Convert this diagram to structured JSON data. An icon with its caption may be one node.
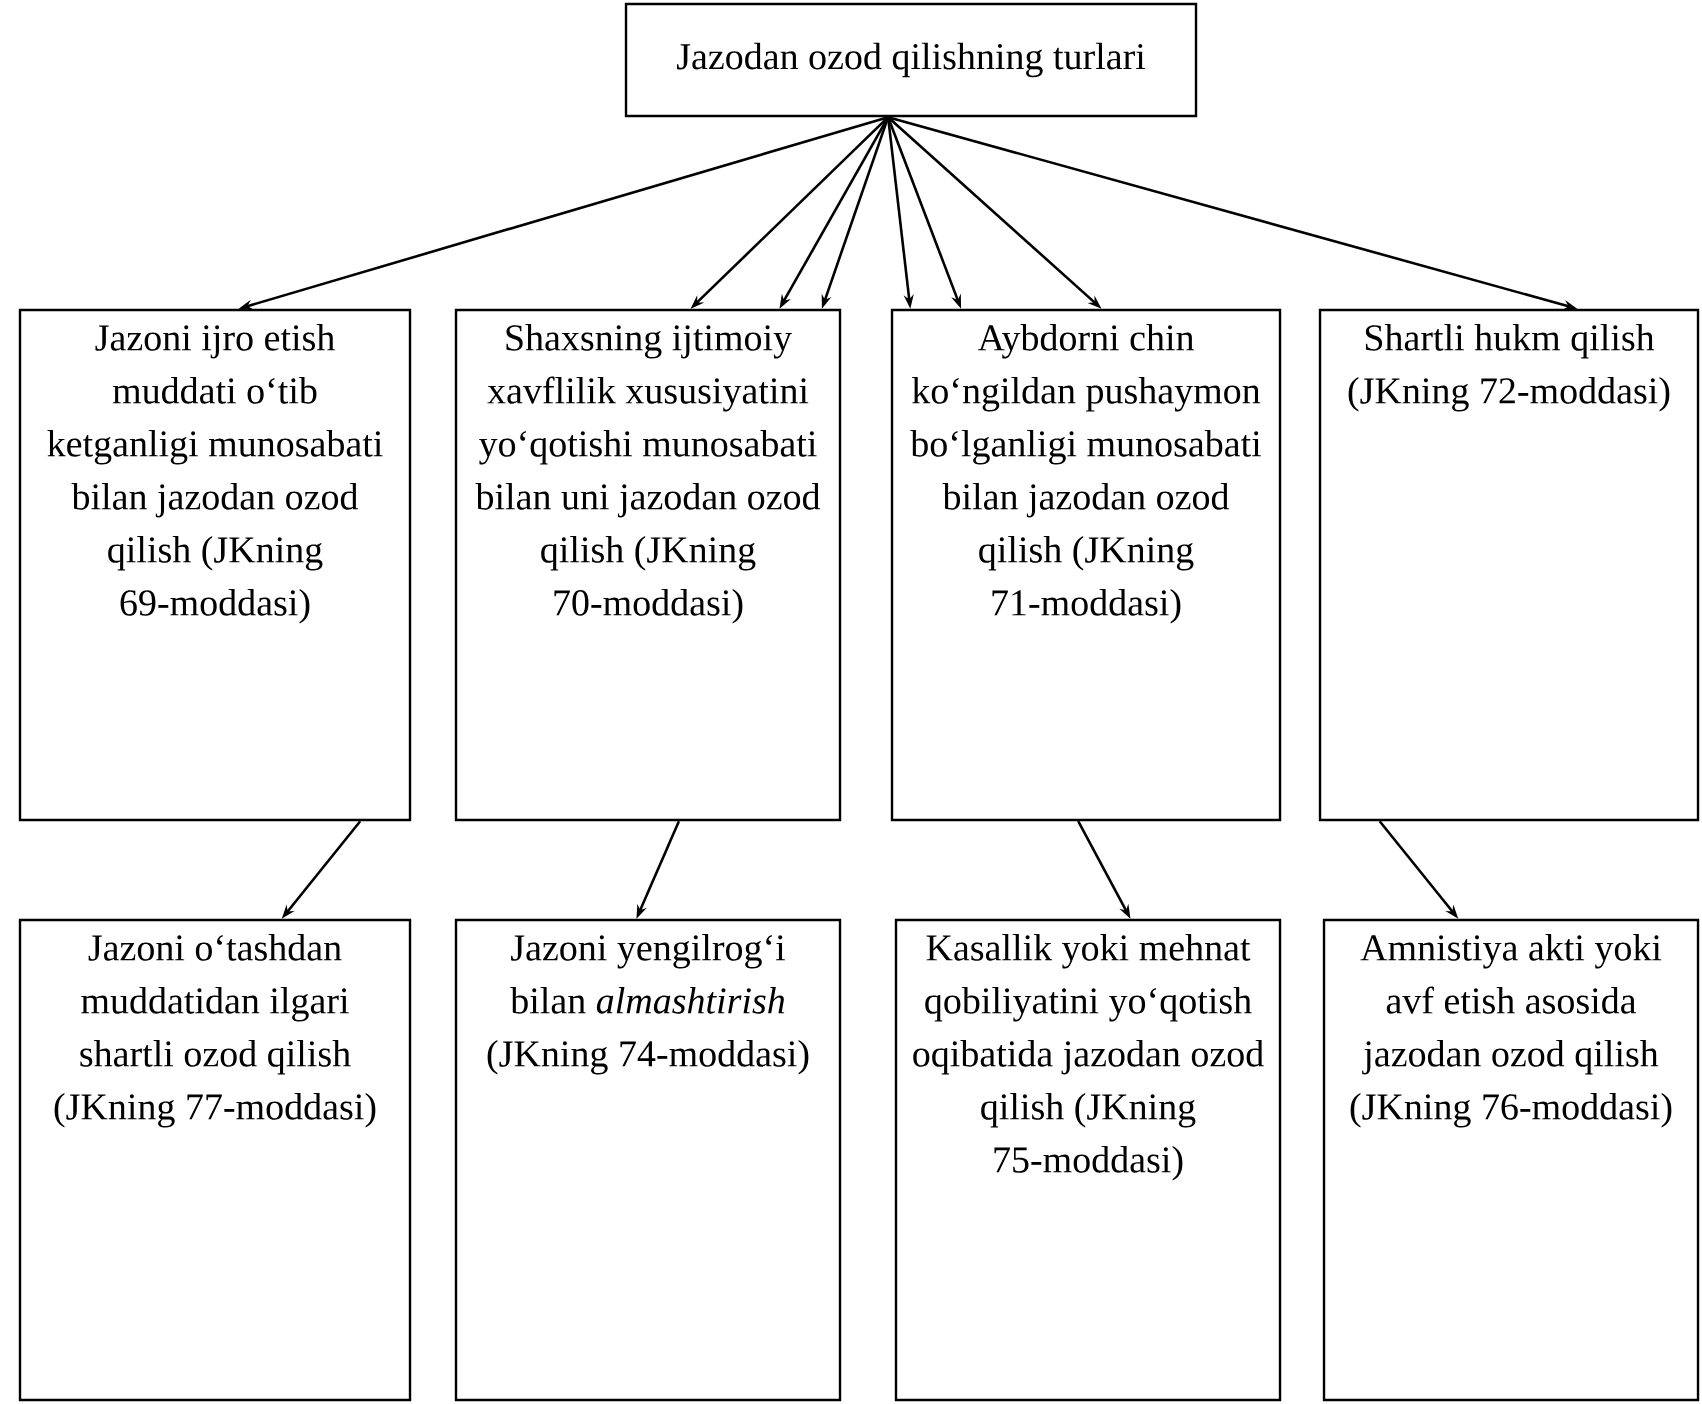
{
  "diagram": {
    "nodes": [
      {
        "text": [
          "Jazodan ozod qilishning turlari"
        ]
      },
      {
        "text": [
          "Jazoni ijro etish muddati o‘tib ketganligi munosabati bilan jazodan ozod qilish (JKning 69-moddasi)"
        ]
      },
      {
        "text": [
          "Shaxsning ijtimoiy xavflilik xususiyatini yo‘qotishi munosabati bilan uni jazodan ozod qilish (JKning 70-moddasi)"
        ]
      },
      {
        "text": [
          "Aybdorni chin ko‘ngildan pushaymon bo‘lganligi munosabati bilan jazodan ozod qilish (JKning 71-moddasi)"
        ]
      },
      {
        "text": [
          "Shartli hukm qilish (JKning 72-moddasi)"
        ]
      },
      {
        "text": [
          "Jazoni o‘tashdan muddatidan ilgari shartli ozod qilish (JKning 77-moddasi)"
        ]
      },
      {
        "text": [
          "Jazoni yengilrog‘i bilan *almashtirish* (JKning 74-moddasi)"
        ]
      },
      {
        "text": [
          "Kasallik yoki mehnat qobiliyatini yo‘qotish oqibatida jazodan ozod qilish (JKning 75-moddasi)"
        ]
      },
      {
        "text": [
          "Amnistiya akti yoki avf etish asosida jazodan ozod qilish (JKning 76-moddasi)"
        ]
      }
    ],
    "edges": [
      {
        "from": 0,
        "to": 1,
        "arrow": "to"
      },
      {
        "from": 0,
        "to": 2,
        "arrow": "to"
      },
      {
        "from": 0,
        "to": 2,
        "arrow": "to"
      },
      {
        "from": 0,
        "to": 2,
        "arrow": "to"
      },
      {
        "from": 0,
        "to": 3,
        "arrow": "to"
      },
      {
        "from": 0,
        "to": 3,
        "arrow": "to"
      },
      {
        "from": 0,
        "to": 3,
        "arrow": "to"
      },
      {
        "from": 0,
        "to": 4,
        "arrow": "to"
      },
      {
        "from": 1,
        "to": 5,
        "arrow": "to"
      },
      {
        "from": 2,
        "to": 6,
        "arrow": "to"
      },
      {
        "from": 3,
        "to": 7,
        "arrow": "to"
      },
      {
        "from": 4,
        "to": 8,
        "arrow": "to"
      }
    ]
  }
}
